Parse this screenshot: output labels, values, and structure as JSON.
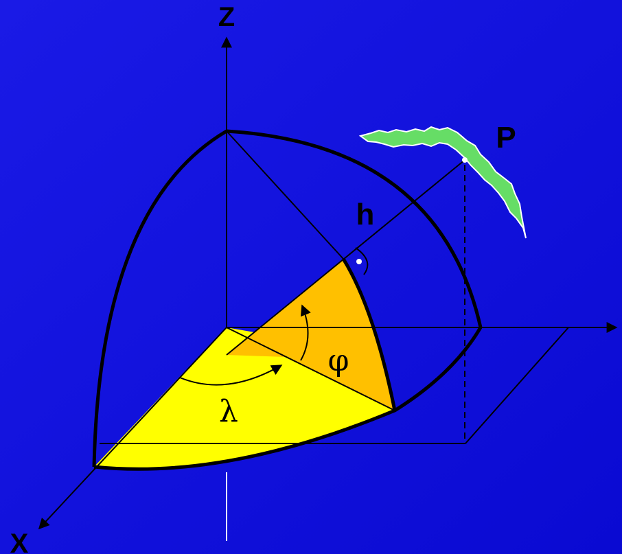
{
  "labels": {
    "z_axis": "Z",
    "x_axis": "X",
    "point": "P",
    "height": "h",
    "longitude": "λ",
    "latitude": "φ"
  },
  "colors": {
    "background_top": "#1a1ae6",
    "background_bottom": "#0a0ad2",
    "octant_base": "#ffff00",
    "meridian_sector": "#ffc000",
    "surface_fill": "#66dd66",
    "line": "#000000",
    "label": "#000000",
    "point_marker": "#ffffff"
  }
}
